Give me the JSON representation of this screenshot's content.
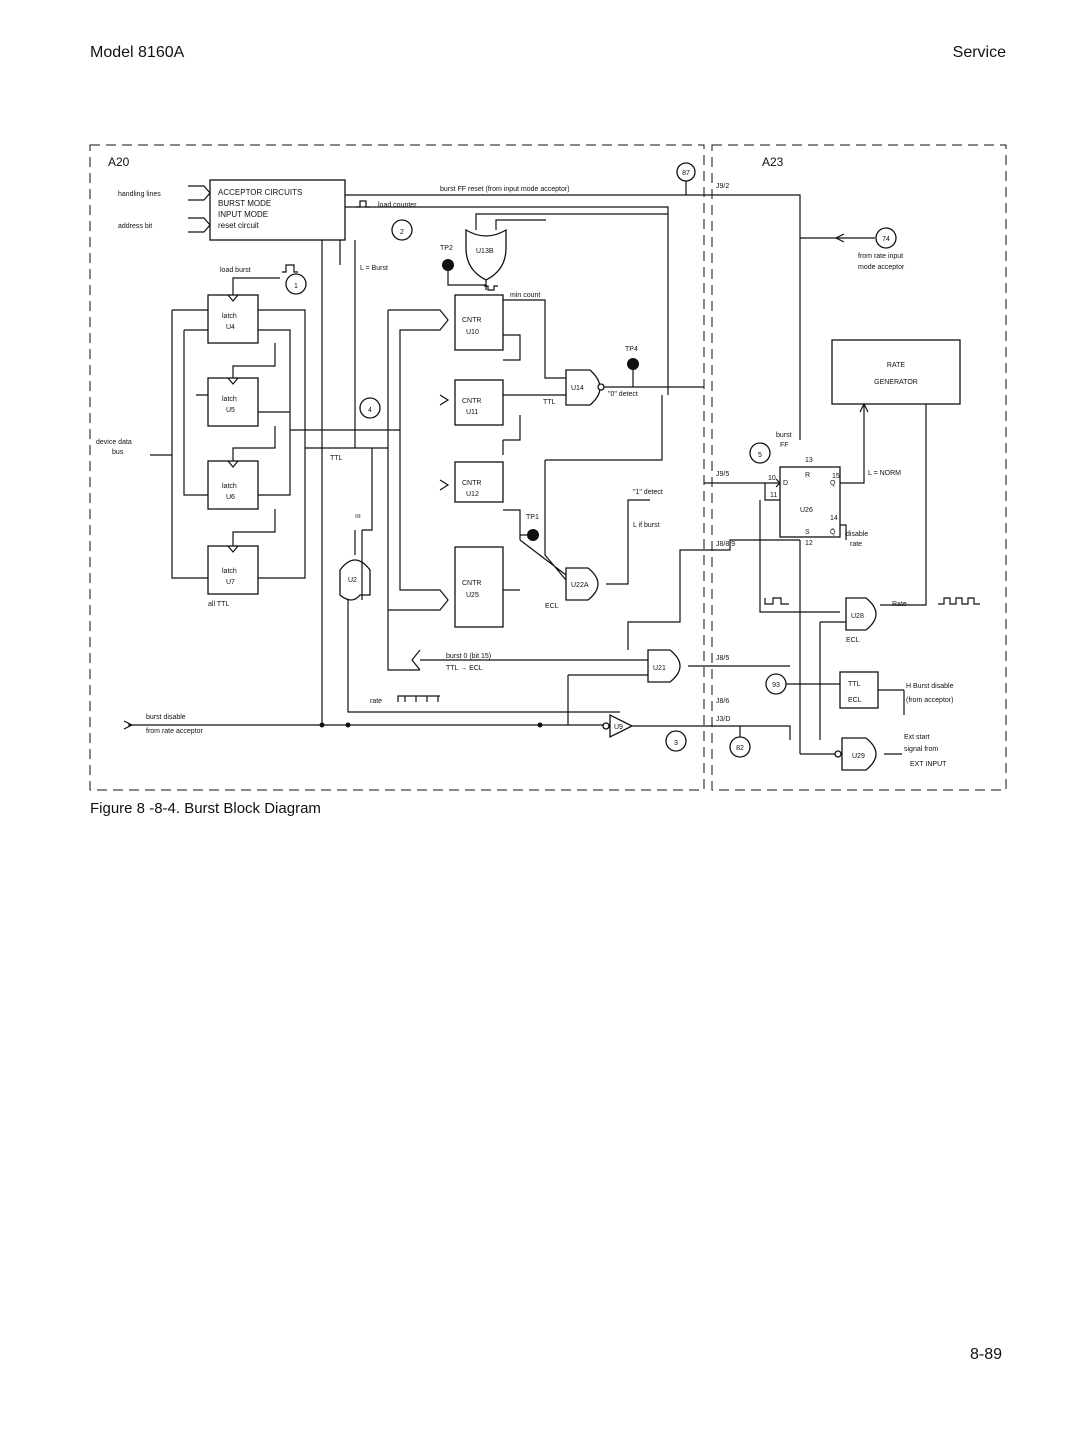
{
  "header": {
    "model": "Model 8160A",
    "section": "Service"
  },
  "caption": "Figure 8 -8-4. Burst Block Diagram",
  "page_number": "8-89",
  "diagram": {
    "boards": {
      "left": "A20",
      "right": "A23"
    },
    "inputs": {
      "handling_lines": "handling lines",
      "address_bit": "address bit",
      "device_data_bus_1": "device data",
      "device_data_bus_2": "bus",
      "burst_disable": "burst disable",
      "from_rate_acceptor": "from rate acceptor"
    },
    "acceptor": {
      "line1": "ACCEPTOR CIRCUITS",
      "line2": "BURST MODE",
      "line3": "INPUT MODE",
      "line4": "reset circuit"
    },
    "signals": {
      "burst_ff_reset": "burst FF reset (from input mode acceptor)",
      "load_counter": "load counter",
      "load_burst": "load burst",
      "l_burst": "L = Burst",
      "min_count": "min count",
      "zero_detect": "\"0\" detect",
      "one_detect": "\"1\" detect",
      "l_if_burst": "L if burst",
      "ttl": "TTL",
      "ecl": "ECL",
      "burst_0": "burst 0 (bit 15)",
      "ttl_ecl": "TTL → ECL",
      "rate": "rate",
      "all_ttl": "all TTL"
    },
    "latches": [
      {
        "name": "latch",
        "id": "U4"
      },
      {
        "name": "latch",
        "id": "U5"
      },
      {
        "name": "latch",
        "id": "U6"
      },
      {
        "name": "latch",
        "id": "U7"
      }
    ],
    "counters": [
      {
        "name": "CNTR",
        "id": "U10"
      },
      {
        "name": "CNTR",
        "id": "U11"
      },
      {
        "name": "CNTR",
        "id": "U12"
      },
      {
        "name": "CNTR",
        "id": "U25"
      }
    ],
    "gates": {
      "u13b": "U13B",
      "u14": "U14",
      "u22a": "U22A",
      "u21": "U21",
      "u9": "U9",
      "u2": "U2",
      "u28": "U28",
      "u29": "U29",
      "u26": "U26"
    },
    "test_points": {
      "tp2": "TP2",
      "tp4": "TP4",
      "tp1": "TP1"
    },
    "numbered_markers": [
      "1",
      "2",
      "3",
      "4",
      "5"
    ],
    "circled_nodes": [
      "87",
      "74",
      "93",
      "82"
    ],
    "connectors": {
      "j9_2": "J9/2",
      "j9_5": "J9/5",
      "j8_89": "J8/8,9",
      "j8_5": "J8/5",
      "j8_6": "J8/6",
      "j3_d": "J3/D"
    },
    "a23": {
      "from_rate_input_1": "from rate input",
      "from_rate_input_2": "mode acceptor",
      "rate_gen_1": "RATE",
      "rate_gen_2": "GENERATOR",
      "burst_ff_1": "burst",
      "burst_ff_2": "FF",
      "l_norm": "L = NORM",
      "disable_rate_1": "disable",
      "disable_rate_2": "rate",
      "rate_label": "Rate",
      "ecl": "ECL",
      "ttl": "TTL",
      "h_burst_disable": "H Burst disable",
      "from_acceptor": "(from acceptor)",
      "ext_start_1": "Ext start",
      "ext_start_2": "signal from",
      "ext_start_3": "EXT INPUT",
      "ff_pins": {
        "d": "D",
        "r": "R",
        "q": "Q",
        "s": "S",
        "qbar": "Q̄",
        "p10": "10",
        "p11": "11",
        "p12": "12",
        "p13": "13",
        "p14": "14",
        "p15": "15"
      }
    }
  }
}
